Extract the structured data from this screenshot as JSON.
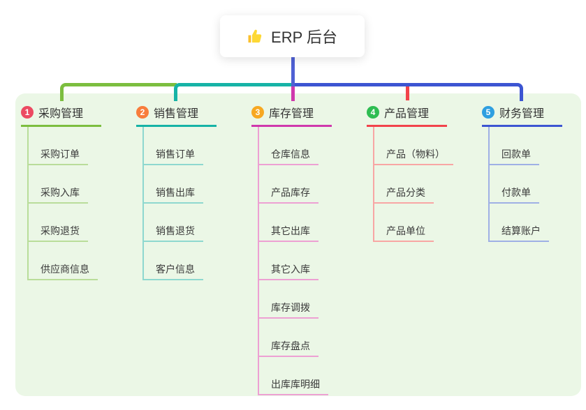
{
  "root": {
    "label": "ERP 后台",
    "icon": "thumbs-up-icon"
  },
  "colors": {
    "panel_background": "#ebf7e6",
    "root_connector": "#4f60d4",
    "text": "#333333"
  },
  "branches": [
    {
      "badge": "1",
      "title": "采购管理",
      "color": "#7cbe3f",
      "child_color": "#b9dd9a",
      "badge_color": "#ec4a62",
      "children": [
        "采购订单",
        "采购入库",
        "采购退货",
        "供应商信息"
      ]
    },
    {
      "badge": "2",
      "title": "销售管理",
      "color": "#16b3a6",
      "child_color": "#8ed8cf",
      "badge_color": "#f87d3c",
      "children": [
        "销售订单",
        "销售出库",
        "销售退货",
        "客户信息"
      ]
    },
    {
      "badge": "3",
      "title": "库存管理",
      "color": "#cf39ad",
      "child_color": "#eda0d3",
      "badge_color": "#f7a821",
      "children": [
        "仓库信息",
        "产品库存",
        "其它出库",
        "其它入库",
        "库存调拨",
        "库存盘点",
        "出库库明细"
      ]
    },
    {
      "badge": "4",
      "title": "产品管理",
      "color": "#f2434b",
      "child_color": "#f8a6a4",
      "badge_color": "#2ebd52",
      "children": [
        "产品（物料）",
        "产品分类",
        "产品单位"
      ]
    },
    {
      "badge": "5",
      "title": "财务管理",
      "color": "#3c55d2",
      "child_color": "#9fb0e5",
      "badge_color": "#2e9fe0",
      "children": [
        "回款单",
        "付款单",
        "结算账户"
      ]
    }
  ]
}
